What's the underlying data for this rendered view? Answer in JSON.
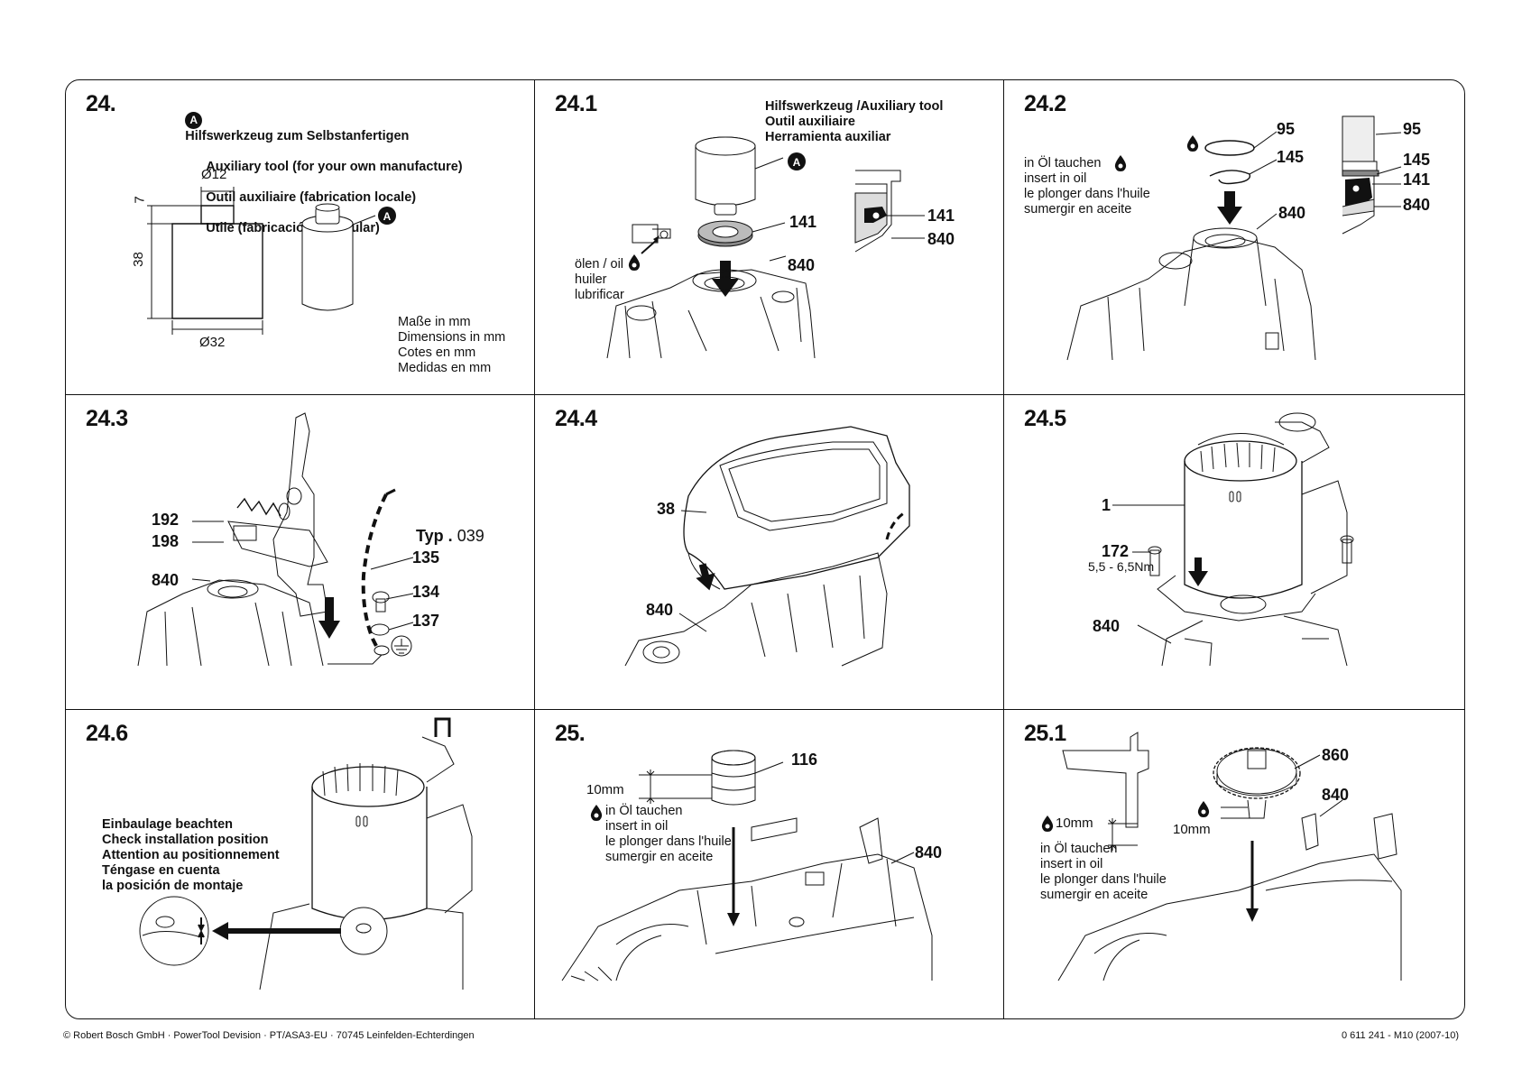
{
  "panels": {
    "p24": {
      "number": "24.",
      "badge": "A",
      "title_lines": [
        "Hilfswerkzeug zum Selbstanfertigen",
        "Auxiliary tool (for your own manufacture)",
        "Outil auxiliaire (fabrication locale)",
        "Utile (fabricación particular)"
      ],
      "dim_d12": "Ø12",
      "dim_7": "7",
      "dim_38": "38",
      "dim_d32": "Ø32",
      "units": "Maße in mm\nDimensions in mm\nCotes en mm\nMedidas en mm"
    },
    "p24_1": {
      "number": "24.1",
      "title": "Hilfswerkzeug /Auxiliary tool\nOutil auxiliaire\nHerramienta auxiliar",
      "badge": "A",
      "oil": "ölen / oil\nhuiler\nlubrificar",
      "labels": [
        "141",
        "840",
        "141",
        "840"
      ]
    },
    "p24_2": {
      "number": "24.2",
      "oil": "in Öl tauchen\ninsert in oil\nle plonger dans l'huile\nsumergir en aceite",
      "labels": [
        "95",
        "145",
        "840",
        "95",
        "145",
        "141",
        "840"
      ]
    },
    "p24_3": {
      "number": "24.3",
      "labels": [
        "192",
        "198",
        "840",
        "135",
        "134",
        "137"
      ],
      "typ": "Typ .",
      "typ_value": "039"
    },
    "p24_4": {
      "number": "24.4",
      "labels": [
        "38",
        "840"
      ]
    },
    "p24_5": {
      "number": "24.5",
      "labels": [
        "1",
        "172",
        "840"
      ],
      "torque": "5,5 - 6,5Nm"
    },
    "p24_6": {
      "number": "24.6",
      "note": "Einbaulage beachten\nCheck installation position\nAttention au positionnement\nTéngase en cuenta\nla posición de montaje"
    },
    "p25": {
      "number": "25.",
      "labels": [
        "116",
        "840"
      ],
      "dim": "10mm",
      "oil": "in Öl tauchen\ninsert in oil\nle plonger dans l'huile\nsumergir en aceite"
    },
    "p25_1": {
      "number": "25.1",
      "labels": [
        "860",
        "840"
      ],
      "dim1": "10mm",
      "dim2": "10mm",
      "oil": "in Öl tauchen\ninsert in oil\nle plonger dans l'huile\nsumergir en aceite"
    }
  },
  "footer": {
    "left": "© Robert Bosch GmbH · PowerTool Devision · PT/ASA3-EU · 70745 Leinfelden-Echterdingen",
    "right": "0 611 241 - M10 (2007-10)"
  }
}
